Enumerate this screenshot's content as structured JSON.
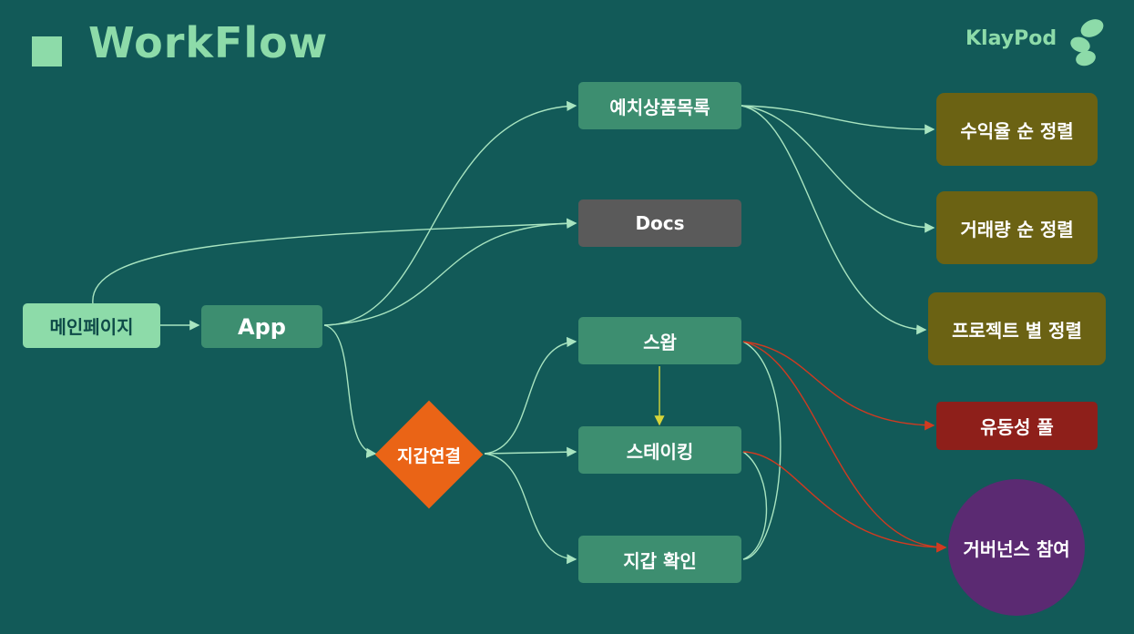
{
  "header": {
    "title": "WorkFlow",
    "brand": "KlayPod"
  },
  "nodes": {
    "main_page": "메인페이지",
    "app": "App",
    "deposit_list": "예치상품목록",
    "docs": "Docs",
    "swap": "스왑",
    "wallet_connect": "지갑연결",
    "staking": "스테이킹",
    "wallet_check": "지갑 확인",
    "sort_yield": "수익율 순 정렬",
    "sort_volume": "거래량 순 정렬",
    "sort_project": "프로젝트 별 정렬",
    "liquidity_pool": "유동성 풀",
    "governance": "거버넌스 참여"
  },
  "colors": {
    "background": "#125a58",
    "accent": "#8ddba9",
    "node_teal": "#3d8e70",
    "node_gray": "#5a5a5a",
    "node_olive": "#6b6213",
    "node_red": "#8e1f1a",
    "node_purple": "#5b2a72",
    "decision_orange": "#ea6416",
    "edge_default": "#a8e4c0",
    "edge_yellow": "#d6d43a",
    "edge_red": "#d13a20"
  }
}
